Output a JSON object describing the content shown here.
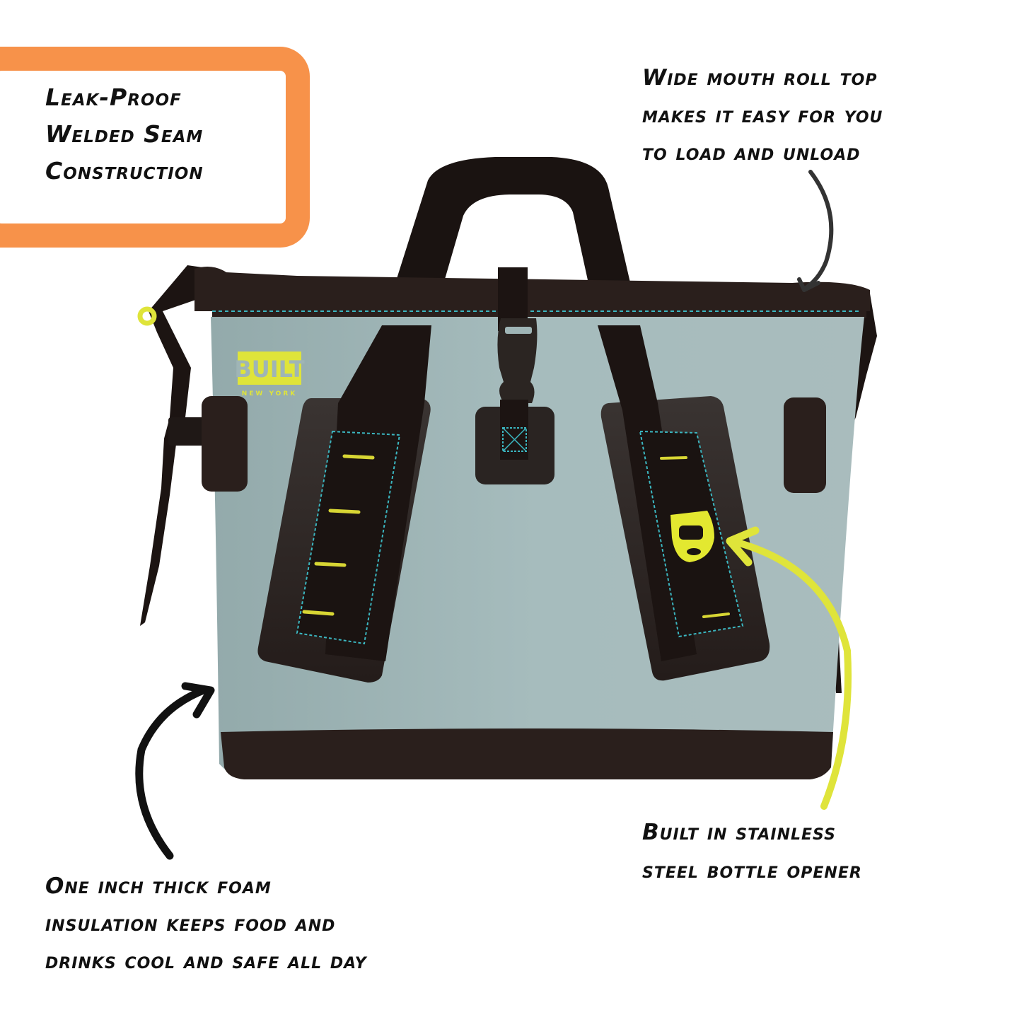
{
  "product": {
    "brand_logo": "BUILT",
    "brand_sub": "NEW YORK",
    "colors": {
      "bag_body": "#9fb5b6",
      "bag_trim": "#2a1f1c",
      "strap": "#1c1412",
      "accent_yellow": "#dfe43a",
      "stitch_teal": "#3bb6c0",
      "callout_orange": "#f7924a",
      "arrow_dark": "#333333"
    }
  },
  "callouts": {
    "leak_proof": {
      "lines": [
        "Leak-Proof",
        "Welded Seam",
        "Construction"
      ]
    },
    "roll_top": {
      "lines": [
        "Wide mouth roll top",
        "makes it easy for you",
        "to load and unload"
      ]
    },
    "bottle_opener": {
      "lines": [
        "Built in stainless",
        "steel bottle opener"
      ]
    },
    "foam": {
      "lines": [
        "One inch thick foam",
        "insulation keeps food and",
        "drinks cool and safe all day"
      ]
    }
  }
}
